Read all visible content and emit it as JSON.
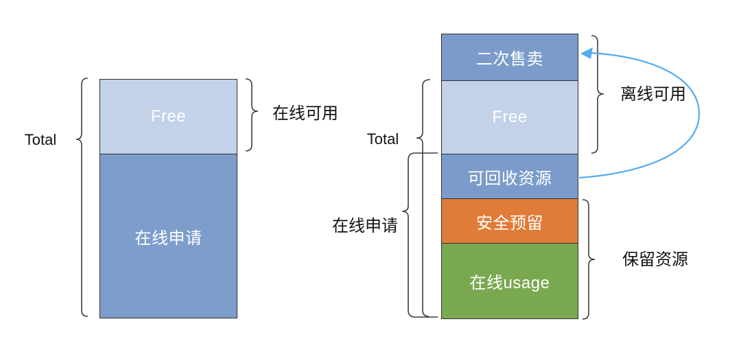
{
  "left_diagram": {
    "total_label": "Total",
    "online_available_label": "在线可用",
    "segments": [
      {
        "label": "Free",
        "color": "#C3D2E9"
      },
      {
        "label": "在线申请",
        "color": "#7D9ECB"
      }
    ]
  },
  "right_diagram": {
    "total_label": "Total",
    "online_apply_label": "在线申请",
    "offline_available_label": "离线可用",
    "reserved_resources_label": "保留资源",
    "segments": [
      {
        "label": "二次售卖",
        "color": "#7B9CCA"
      },
      {
        "label": "Free",
        "color": "#C3D2E9"
      },
      {
        "label": "可回收资源",
        "color": "#7B9CCA"
      },
      {
        "label": "安全预留",
        "color": "#E07C39"
      },
      {
        "label": "在线usage",
        "color": "#7AA850"
      }
    ]
  },
  "annotation_arrow": {
    "from": "可回收资源",
    "to": "二次售卖",
    "color": "#53ABEE"
  },
  "strokes": {
    "brace_color": "#3C3C3C",
    "bar_border_color": "#2F2F2F"
  }
}
